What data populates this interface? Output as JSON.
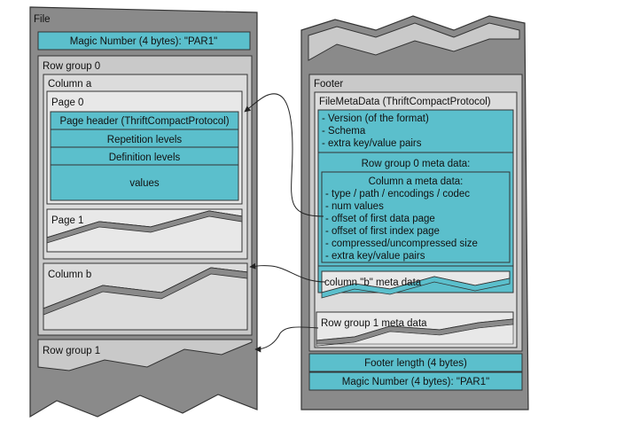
{
  "file": {
    "title": "File",
    "magic_top": "Magic Number (4 bytes): \"PAR1\"",
    "row_group_0": {
      "title": "Row group 0",
      "column_a": {
        "title": "Column a",
        "page_0": {
          "title": "Page 0",
          "header": "Page header (ThriftCompactProtocol)",
          "repetition": "Repetition levels",
          "definition": "Definition levels",
          "values": "values"
        },
        "page_1": {
          "title": "Page 1"
        }
      },
      "column_b": {
        "title": "Column b"
      }
    },
    "row_group_1": {
      "title": "Row group 1"
    }
  },
  "footer": {
    "title": "Footer",
    "file_meta": {
      "title": "FileMetaData (ThriftCompactProtocol)",
      "items": [
        "- Version (of the format)",
        "- Schema",
        "- extra key/value pairs"
      ],
      "row_group_0_meta": {
        "title": "Row group 0 meta data:",
        "column_a_meta": {
          "title": "Column a meta data:",
          "items": [
            "- type / path / encodings / codec",
            "- num values",
            "- offset of first data page",
            "- offset of first index page",
            "- compressed/uncompressed size",
            "- extra key/value pairs"
          ]
        },
        "column_b_meta": "column \"b\" meta data"
      },
      "row_group_1_meta": "Row group 1 meta data"
    },
    "footer_length": "Footer length (4 bytes)",
    "magic_bottom": "Magic Number (4 bytes): \"PAR1\""
  },
  "colors": {
    "shell": "#8a8a8a",
    "panel": "#c9c9c9",
    "inner": "#dcdcdc",
    "teal": "#5bbfcc",
    "line": "#222222"
  }
}
